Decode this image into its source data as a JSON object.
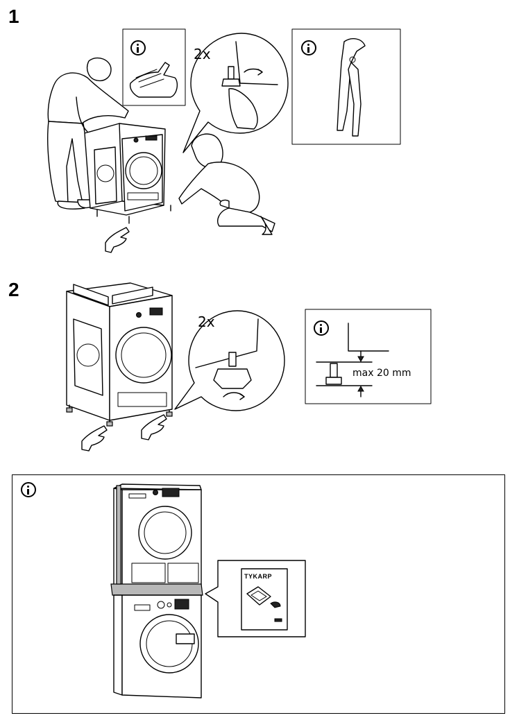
{
  "steps": [
    {
      "number": "1",
      "multiplier": "2x"
    },
    {
      "number": "2",
      "multiplier": "2x"
    }
  ],
  "leg_limit": {
    "label": "max 20 mm"
  },
  "booklet": {
    "title": "TYKARP"
  },
  "icons": {
    "info": "info-icon",
    "gloves": "gloves-icon",
    "pliers": "pliers-icon",
    "rotate": "rotate-arrow-icon",
    "hand": "pointing-hand-icon"
  }
}
